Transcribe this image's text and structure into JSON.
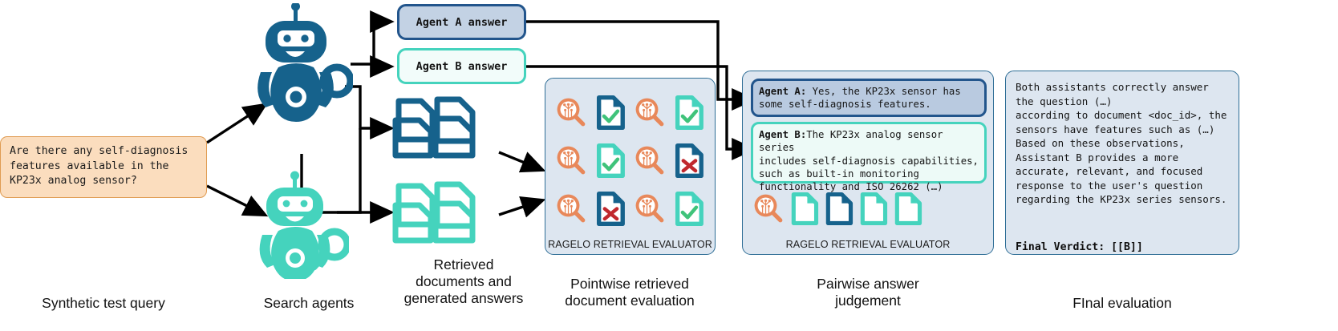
{
  "query": {
    "text": "Are there any self-diagnosis\nfeatures available in the\nKP23x analog sensor?"
  },
  "agent_pills": [
    {
      "label": "Agent A answer",
      "color": "#22558c",
      "fill": "#c3d2e4"
    },
    {
      "label": "Agent B answer",
      "color": "#45d3bd",
      "fill": "#f2fcfa"
    }
  ],
  "pointwise_panel": {
    "caption": "RAGELO RETRIEVAL EVALUATOR",
    "grid": [
      [
        {
          "icon": "retrieval-magnifier-icon"
        },
        {
          "icon": "document-check-icon",
          "color": "blue",
          "mark": "check"
        },
        {
          "icon": "retrieval-magnifier-icon"
        },
        {
          "icon": "document-check-icon",
          "color": "teal",
          "mark": "check"
        }
      ],
      [
        {
          "icon": "retrieval-magnifier-icon"
        },
        {
          "icon": "document-check-icon",
          "color": "teal",
          "mark": "check"
        },
        {
          "icon": "retrieval-magnifier-icon"
        },
        {
          "icon": "document-cross-icon",
          "color": "blue",
          "mark": "cross"
        }
      ],
      [
        {
          "icon": "retrieval-magnifier-icon"
        },
        {
          "icon": "document-cross-icon",
          "color": "blue",
          "mark": "cross"
        },
        {
          "icon": "retrieval-magnifier-icon"
        },
        {
          "icon": "document-check-icon",
          "color": "teal",
          "mark": "check"
        }
      ]
    ]
  },
  "pairwise_panel": {
    "caption": "RAGELO RETRIEVAL EVALUATOR",
    "answer_a": {
      "label": "Agent A:",
      "text": " Yes, the KP23x sensor has\nsome self-diagnosis features."
    },
    "answer_b": {
      "label": "Agent B:",
      "text": "The KP23x analog sensor series\nincludes self-diagnosis capabilities,\nsuch as built-in monitoring\nfunctionality and ISO 26262 (…)"
    },
    "doc_row": [
      "teal",
      "blue",
      "teal",
      "teal"
    ]
  },
  "final_panel": {
    "text": "Both assistants correctly answer\nthe question (…)\naccording to document <doc_id>, the\nsensors have features such as (…)\nBased on these observations,\nAssistant B provides a more\naccurate, relevant, and focused\nresponse to the user's question\nregarding the KP23x series sensors.",
    "verdict": "Final Verdict: [[B]]"
  },
  "stage_captions": [
    {
      "label": "Synthetic test query"
    },
    {
      "label": "Search agents"
    },
    {
      "label": "Retrieved\ndocuments and\ngenerated answers"
    },
    {
      "label": "Pointwise retrieved\ndocument evaluation"
    },
    {
      "label": "Pairwise answer\njudgement"
    },
    {
      "label": "FInal evaluation"
    }
  ],
  "icons": {
    "robot_a": "search-agent-robot-icon",
    "robot_b": "search-agent-robot-icon",
    "docs_a": "document-stack-icon",
    "docs_b": "document-stack-icon"
  },
  "colors": {
    "blue": "#16628c",
    "blue_dark": "#22558c",
    "teal": "#45d3bd",
    "orange": "#e8885a",
    "peach": "#fbddbe",
    "panel_bg": "#dde6f0",
    "check_green": "#3fc37a",
    "cross_red": "#c0282d"
  }
}
